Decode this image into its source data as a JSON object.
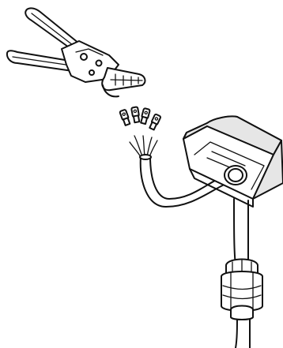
{
  "illustration": {
    "kind": "line-art",
    "subjects": [
      "crimping-tool",
      "crimp-connectors",
      "stripped-cable",
      "junction-box",
      "cable-gland"
    ],
    "colors": {
      "stroke": "#111111",
      "background": "#ffffff",
      "shade": "#e6e6e6"
    },
    "connector_count": 4
  }
}
